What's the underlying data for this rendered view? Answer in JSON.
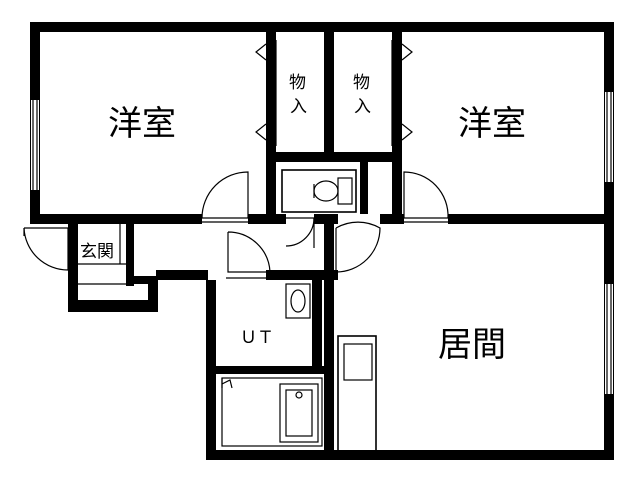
{
  "rooms": {
    "western_room_left": "洋室",
    "western_room_right": "洋室",
    "closet_left_top": "物",
    "closet_left_bottom": "入",
    "closet_right_top": "物",
    "closet_right_bottom": "入",
    "entrance": "玄関",
    "unit_bath": "ＵＴ",
    "living_room": "居間"
  },
  "colors": {
    "wall": "#000000",
    "background": "#ffffff"
  }
}
